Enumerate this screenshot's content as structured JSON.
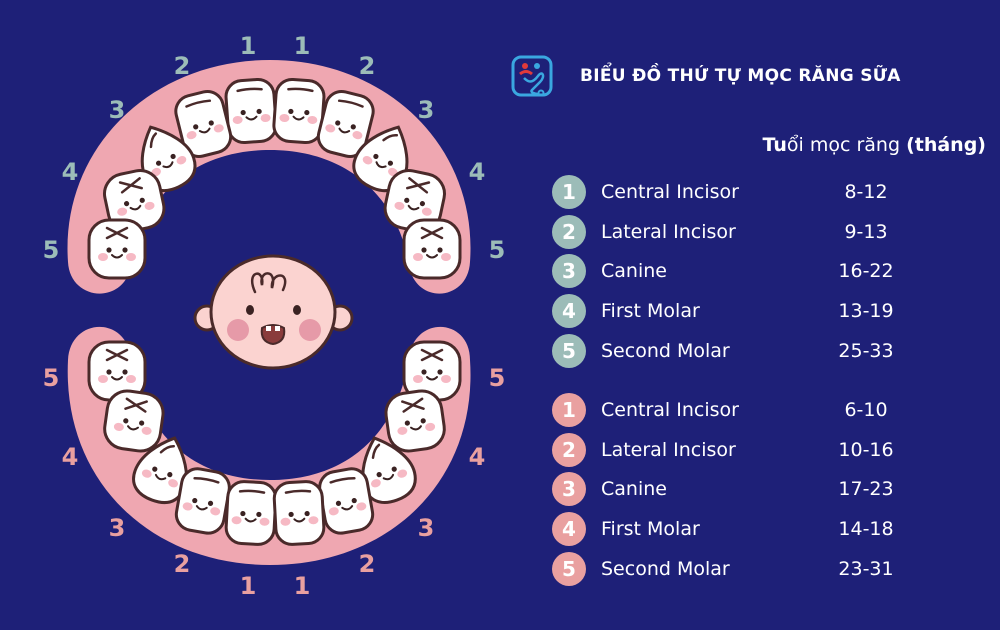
{
  "header": {
    "title": "BIỂU ĐỒ THỨ TỰ MỌC RĂNG SỮA",
    "logo_icon": "heart-stethoscope-logo-icon"
  },
  "column_header": {
    "bold_start": "Tu",
    "normal": "ổi mọc răng ",
    "bold_end": "(tháng)"
  },
  "colors": {
    "background": "#1e2078",
    "gum": "#efa7b1",
    "upper_badge": "#9cbcb8",
    "lower_badge": "#e9a0a0",
    "tooth": "#ffffff",
    "outline": "#4a2a2a"
  },
  "upper_teeth": [
    {
      "num": "1",
      "name": "Central Incisor",
      "age": "8-12"
    },
    {
      "num": "2",
      "name": "Lateral Incisor",
      "age": "9-13"
    },
    {
      "num": "3",
      "name": "Canine",
      "age": "16-22"
    },
    {
      "num": "4",
      "name": "First Molar",
      "age": "13-19"
    },
    {
      "num": "5",
      "name": "Second Molar",
      "age": "25-33"
    }
  ],
  "lower_teeth": [
    {
      "num": "1",
      "name": "Central Incisor",
      "age": "6-10"
    },
    {
      "num": "2",
      "name": "Lateral Incisor",
      "age": "10-16"
    },
    {
      "num": "3",
      "name": "Canine",
      "age": "17-23"
    },
    {
      "num": "4",
      "name": "First Molar",
      "age": "14-18"
    },
    {
      "num": "5",
      "name": "Second Molar",
      "age": "23-31"
    }
  ],
  "diagram_labels": {
    "upper": [
      "1",
      "1",
      "2",
      "2",
      "3",
      "3",
      "4",
      "4",
      "5",
      "5"
    ],
    "lower": [
      "5",
      "5",
      "4",
      "4",
      "3",
      "3",
      "2",
      "2",
      "1",
      "1"
    ]
  }
}
